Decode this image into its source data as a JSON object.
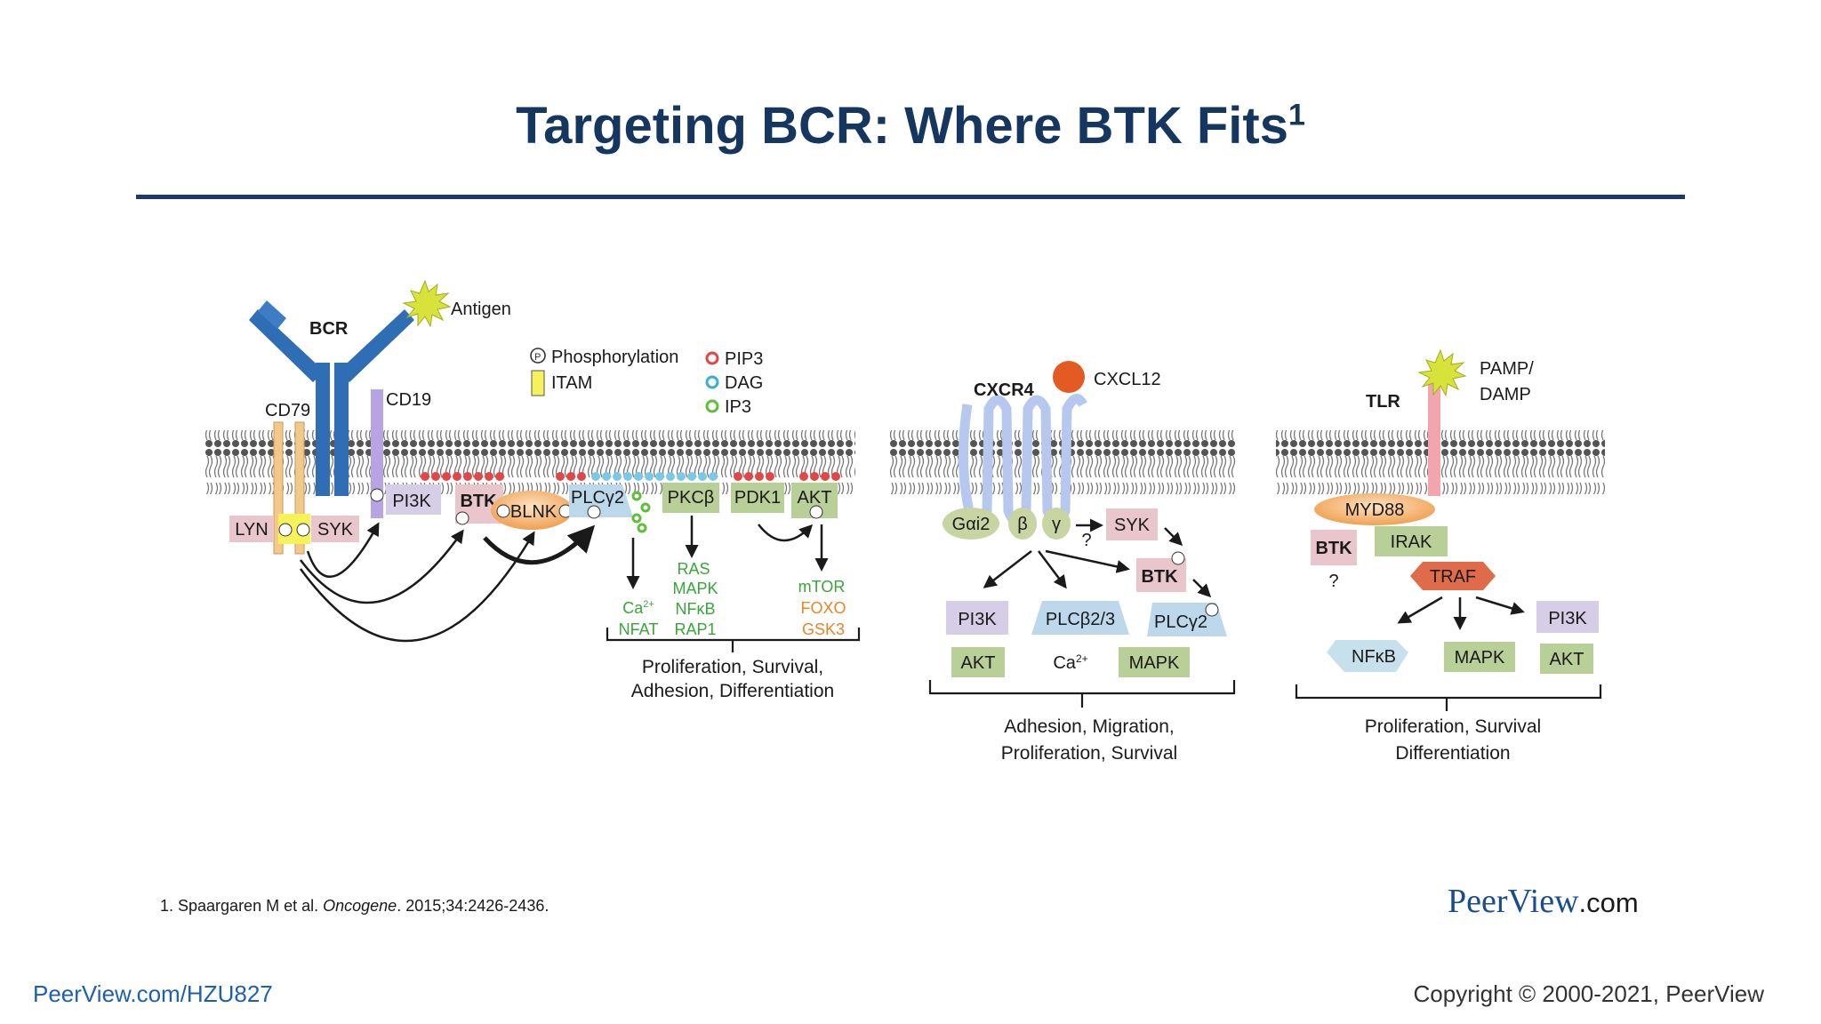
{
  "slide": {
    "title": "Targeting BCR: Where BTK Fits",
    "title_superscript": "1",
    "footnote_prefix": "1. Spaargaren M et al. ",
    "footnote_journal": "Oncogene",
    "footnote_suffix": ". 2015;34:2426-2436.",
    "brand_name": "PeerView",
    "brand_suffix": ".com",
    "program_link": "PeerView.com/HZU827",
    "copyright": "Copyright © 2000-2021, PeerView"
  },
  "legend": {
    "phosphorylation": "Phosphorylation",
    "itam": "ITAM",
    "pip3": "PIP3",
    "dag": "DAG",
    "ip3": "IP3"
  },
  "bcr_panel": {
    "receptor": "BCR",
    "ligand": "Antigen",
    "coreceptor_a": "CD79",
    "coreceptor_b": "CD19",
    "kinases": [
      "LYN",
      "SYK",
      "PI3K",
      "BTK",
      "BLNK",
      "PLCγ2",
      "PKCβ",
      "PDK1",
      "AKT"
    ],
    "outputs_left": [
      "Ca2+",
      "NFAT"
    ],
    "outputs_mid": [
      "RAS",
      "MAPK",
      "NFκB",
      "RAP1"
    ],
    "outputs_right_green": "mTOR",
    "outputs_right_orange": [
      "FOXO",
      "GSK3"
    ],
    "outcome_line1": "Proliferation, Survival,",
    "outcome_line2": "Adhesion, Differentiation"
  },
  "cxcr4_panel": {
    "receptor": "CXCR4",
    "ligand": "CXCL12",
    "g_alpha": "Gαi2",
    "g_beta": "β",
    "g_gamma": "γ",
    "question": "?",
    "syk": "SYK",
    "btk": "BTK",
    "pi3k": "PI3K",
    "plcb": "PLCβ2/3",
    "plcg": "PLCγ2",
    "akt": "AKT",
    "ca": "Ca2+",
    "mapk": "MAPK",
    "outcome_line1": "Adhesion, Migration,",
    "outcome_line2": "Proliferation, Survival"
  },
  "tlr_panel": {
    "receptor": "TLR",
    "ligand_line1": "PAMP/",
    "ligand_line2": "DAMP",
    "myd88": "MYD88",
    "btk": "BTK",
    "question": "?",
    "irak": "IRAK",
    "traf": "TRAF",
    "nfkb": "NFκB",
    "mapk": "MAPK",
    "pi3k": "PI3K",
    "akt": "AKT",
    "outcome_line1": "Proliferation, Survival",
    "outcome_line2": "Differentiation"
  },
  "colors": {
    "title": "#14365f",
    "bcr_blue": "#2f6db5",
    "pink_box": "#e8c6cc",
    "green_box": "#b9cf98",
    "lavender_box": "#d6cde6",
    "blue_box": "#bcd8ea",
    "orange_oval": "#f4b26a",
    "text_green": "#3aa63a",
    "text_orange": "#e8852a"
  }
}
